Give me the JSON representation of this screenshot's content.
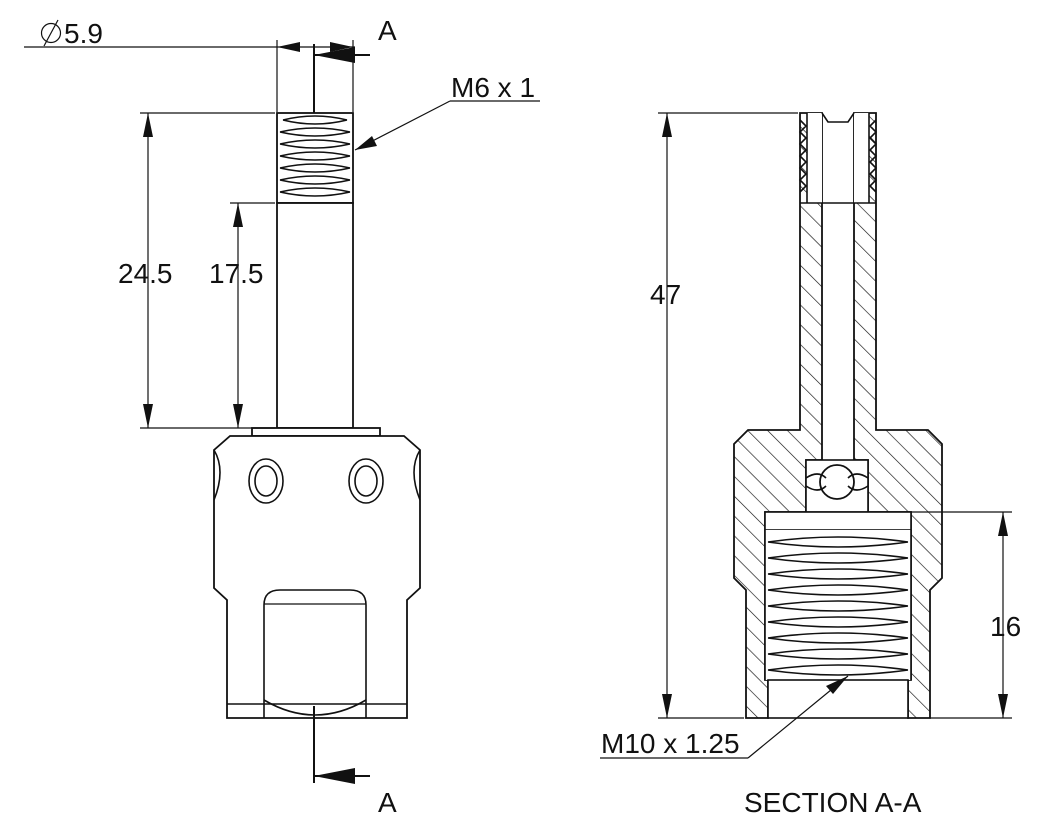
{
  "diagram": {
    "type": "technical-drawing",
    "line_color": "#111111",
    "background": "#ffffff"
  },
  "dimensions": {
    "diameter_label": "5.9",
    "thread_small_label": "M6 x 1",
    "length_total_thread_label": "24.5",
    "length_shaft_label": "17.5",
    "length_overall_label": "47",
    "bore_depth_label": "16",
    "thread_large_label": "M10 x 1.25"
  },
  "section": {
    "marker_top": "A",
    "marker_bottom": "A",
    "title": "SECTION A-A"
  },
  "icons": {
    "diameter_symbol": "diameter-icon"
  }
}
